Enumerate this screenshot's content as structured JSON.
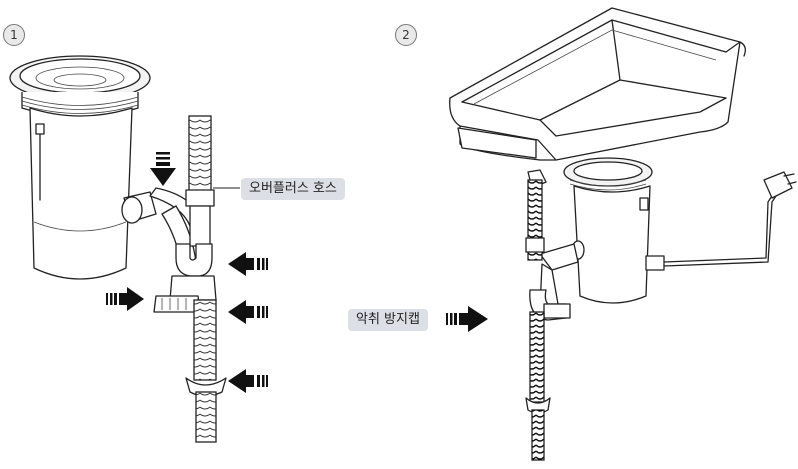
{
  "steps": [
    "1",
    "2"
  ],
  "callouts": {
    "overflow_hose": "오버플러스 호스",
    "anti_odor_cap": "악취 방지캡"
  }
}
